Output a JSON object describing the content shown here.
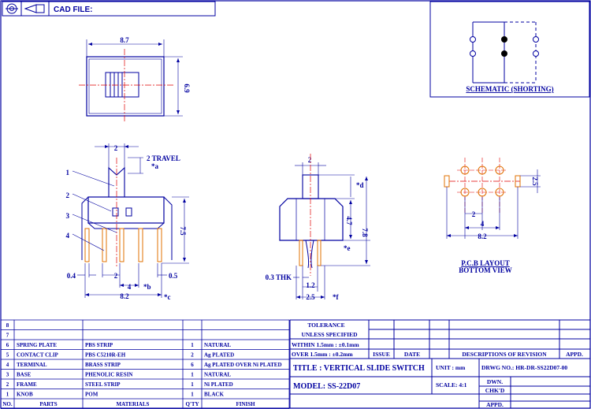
{
  "header": {
    "cad_file": "CAD FILE:"
  },
  "schematic": {
    "caption": "SCHEMATIC (SHORTING)"
  },
  "top_view": {
    "width": "8.7",
    "height": "6.9"
  },
  "front_view": {
    "dim_top": "2",
    "travel": "2 TRAVEL",
    "travel_ref": "*a",
    "labels": [
      "1",
      "2",
      "3",
      "4"
    ],
    "dim_height": "7.5",
    "dim_left": "0.4",
    "dim_mid": "2",
    "dim_right": "0.5",
    "dim_pitch": "4",
    "dim_pitch_ref": "*b",
    "dim_total": "8.2",
    "dim_total_ref": "*c"
  },
  "side_view": {
    "dim_top": "2",
    "dim_d": "*d",
    "dim_47": "4.7",
    "dim_78": "7.8",
    "dim_e": "*e",
    "thk": "0.3 THK",
    "dim_12": "1.2",
    "dim_25": "2.5",
    "dim_f": "*f"
  },
  "pcb": {
    "dim_25": "2.5",
    "dim_2": "2",
    "dim_4": "4",
    "dim_82": "8.2",
    "caption1": "P.C.B LAYOUT",
    "caption2": "BOTTOM VIEW"
  },
  "bom": {
    "rows": [
      {
        "no": "8",
        "part": "",
        "material": "",
        "qty": "",
        "finish": ""
      },
      {
        "no": "7",
        "part": "",
        "material": "",
        "qty": "",
        "finish": ""
      },
      {
        "no": "6",
        "part": "SPRING PLATE",
        "material": "PBS STRIP",
        "qty": "1",
        "finish": "NATURAL"
      },
      {
        "no": "5",
        "part": "CONTACT CLIP",
        "material": "PBS C5210R-EH",
        "qty": "2",
        "finish": "Ag PLATED"
      },
      {
        "no": "4",
        "part": "TERMINAL",
        "material": "BRASS STRIP",
        "qty": "6",
        "finish": "Ag PLATED OVER Ni PLATED"
      },
      {
        "no": "3",
        "part": "BASE",
        "material": "PHENOLIC RESIN",
        "qty": "1",
        "finish": "NATURAL"
      },
      {
        "no": "2",
        "part": "FRAME",
        "material": "STEEL STRIP",
        "qty": "1",
        "finish": "Ni PLATED"
      },
      {
        "no": "1",
        "part": "KNOB",
        "material": "POM",
        "qty": "1",
        "finish": "BLACK"
      }
    ],
    "headers": {
      "no": "NO.",
      "part": "PARTS",
      "material": "MATERIALS",
      "qty": "Q'TY",
      "finish": "FINISH"
    }
  },
  "tolerance": {
    "title": "TOLERANCE",
    "unless": "UNLESS  SPECIFIED",
    "within": "WITHIN 1.5mm : ±0.1mm",
    "over": "OVER 1.5mm : ±0.2mm"
  },
  "revision": {
    "issue": "ISSUE",
    "date": "DATE",
    "desc": "DESCRIPTIONS OF REVISION",
    "appd": "APPD."
  },
  "title_block": {
    "title": "TITLE : VERTICAL SLIDE SWITCH",
    "model": "MODEL: SS-22D07",
    "unit": "UNIT : mm",
    "scale": "SCALE: 4:1",
    "drwg": "DRWG NO.: HR-DR-SS22D07-00",
    "dwn": "DWN.",
    "chkd": "CHK'D",
    "appd": "APPD."
  },
  "colors": {
    "line": "#0000a0",
    "center": "#e00000",
    "pad": "#e07000"
  }
}
